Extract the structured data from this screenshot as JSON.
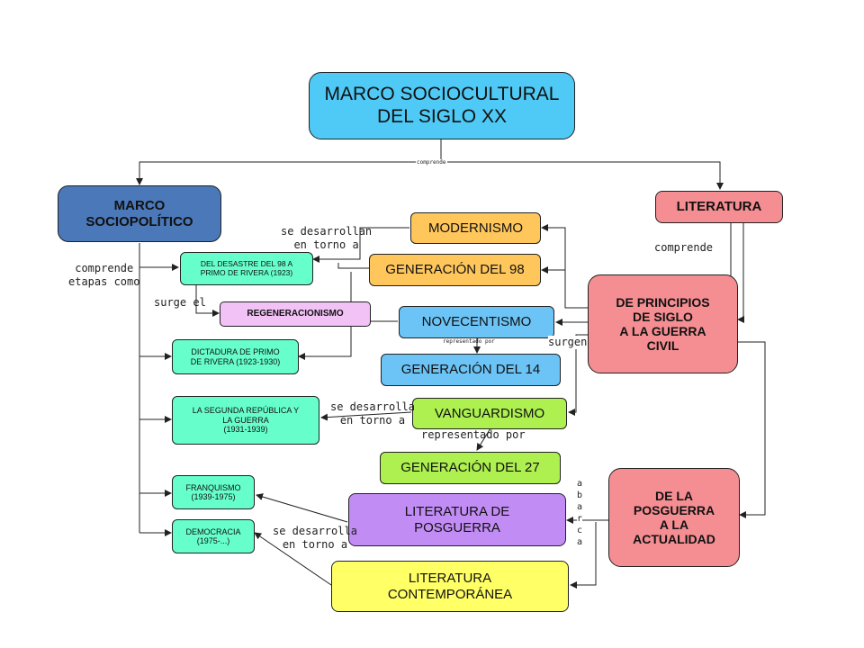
{
  "nodes": {
    "root": {
      "text": "MARCO SOCIOCULTURAL\nDEL SIGLO XX",
      "color": "#4fc9f5"
    },
    "marco_sociopolitico": {
      "text": "MARCO\nSOCIOPOLÍTICO",
      "color": "#4a78b8"
    },
    "literatura": {
      "text": "LITERATURA",
      "color": "#f58e92"
    },
    "desastre98": {
      "text": "DEL DESASTRE DEL 98 A\nPRIMO DE RIVERA (1923)",
      "color": "#66ffcc"
    },
    "regeneracionismo": {
      "text": "REGENERACIONISMO",
      "color": "#f2c1f5"
    },
    "dictadura": {
      "text": "DICTADURA DE PRIMO\nDE RIVERA (1923-1930)",
      "color": "#66ffcc"
    },
    "segunda_republica": {
      "text": "LA SEGUNDA REPÚBLICA Y\nLA GUERRA\n(1931-1939)",
      "color": "#66ffcc"
    },
    "franquismo": {
      "text": "FRANQUISMO\n(1939-1975)",
      "color": "#66ffcc"
    },
    "democracia": {
      "text": "DEMOCRACIA\n(1975-...)",
      "color": "#66ffcc"
    },
    "modernismo": {
      "text": "MODERNISMO",
      "color": "#ffc65c"
    },
    "generacion98": {
      "text": "GENERACIÓN DEL 98",
      "color": "#ffc65c"
    },
    "novecentismo": {
      "text": "NOVECENTISMO",
      "color": "#6cc3f5"
    },
    "generacion14": {
      "text": "GENERACIÓN DEL 14",
      "color": "#6cc3f5"
    },
    "vanguardismo": {
      "text": "VANGUARDISMO",
      "color": "#aef050"
    },
    "generacion27": {
      "text": "GENERACIÓN DEL 27",
      "color": "#aef050"
    },
    "literatura_posguerra": {
      "text": "LITERATURA DE\nPOSGUERRA",
      "color": "#c28cf5"
    },
    "literatura_contemporanea": {
      "text": "LITERATURA\nCONTEMPORÁNEA",
      "color": "#ffff66"
    },
    "principios_siglo": {
      "text": "DE PRINCIPIOS\nDE SIGLO\nA LA GUERRA\nCIVIL",
      "color": "#f58e92"
    },
    "posguerra_actualidad": {
      "text": "DE LA\nPOSGUERRA\nA LA\nACTUALIDAD",
      "color": "#f58e92"
    }
  },
  "labels": {
    "comprende_top": "comprende",
    "comprende_etapas": "comprende\netapas como",
    "surge_el": "surge el",
    "se_desarrollan": "se desarrollan\nen torno a",
    "comprende_lit": "comprende",
    "representado_por_small": "representado por",
    "surgen": "surgen",
    "se_desarrolla_1": "se desarrolla\nen torno a",
    "representado_por": "representado por",
    "abarca": "a\nb\na\nr\nc\na",
    "se_desarrolla_2": "se desarrolla\nen torno a"
  }
}
